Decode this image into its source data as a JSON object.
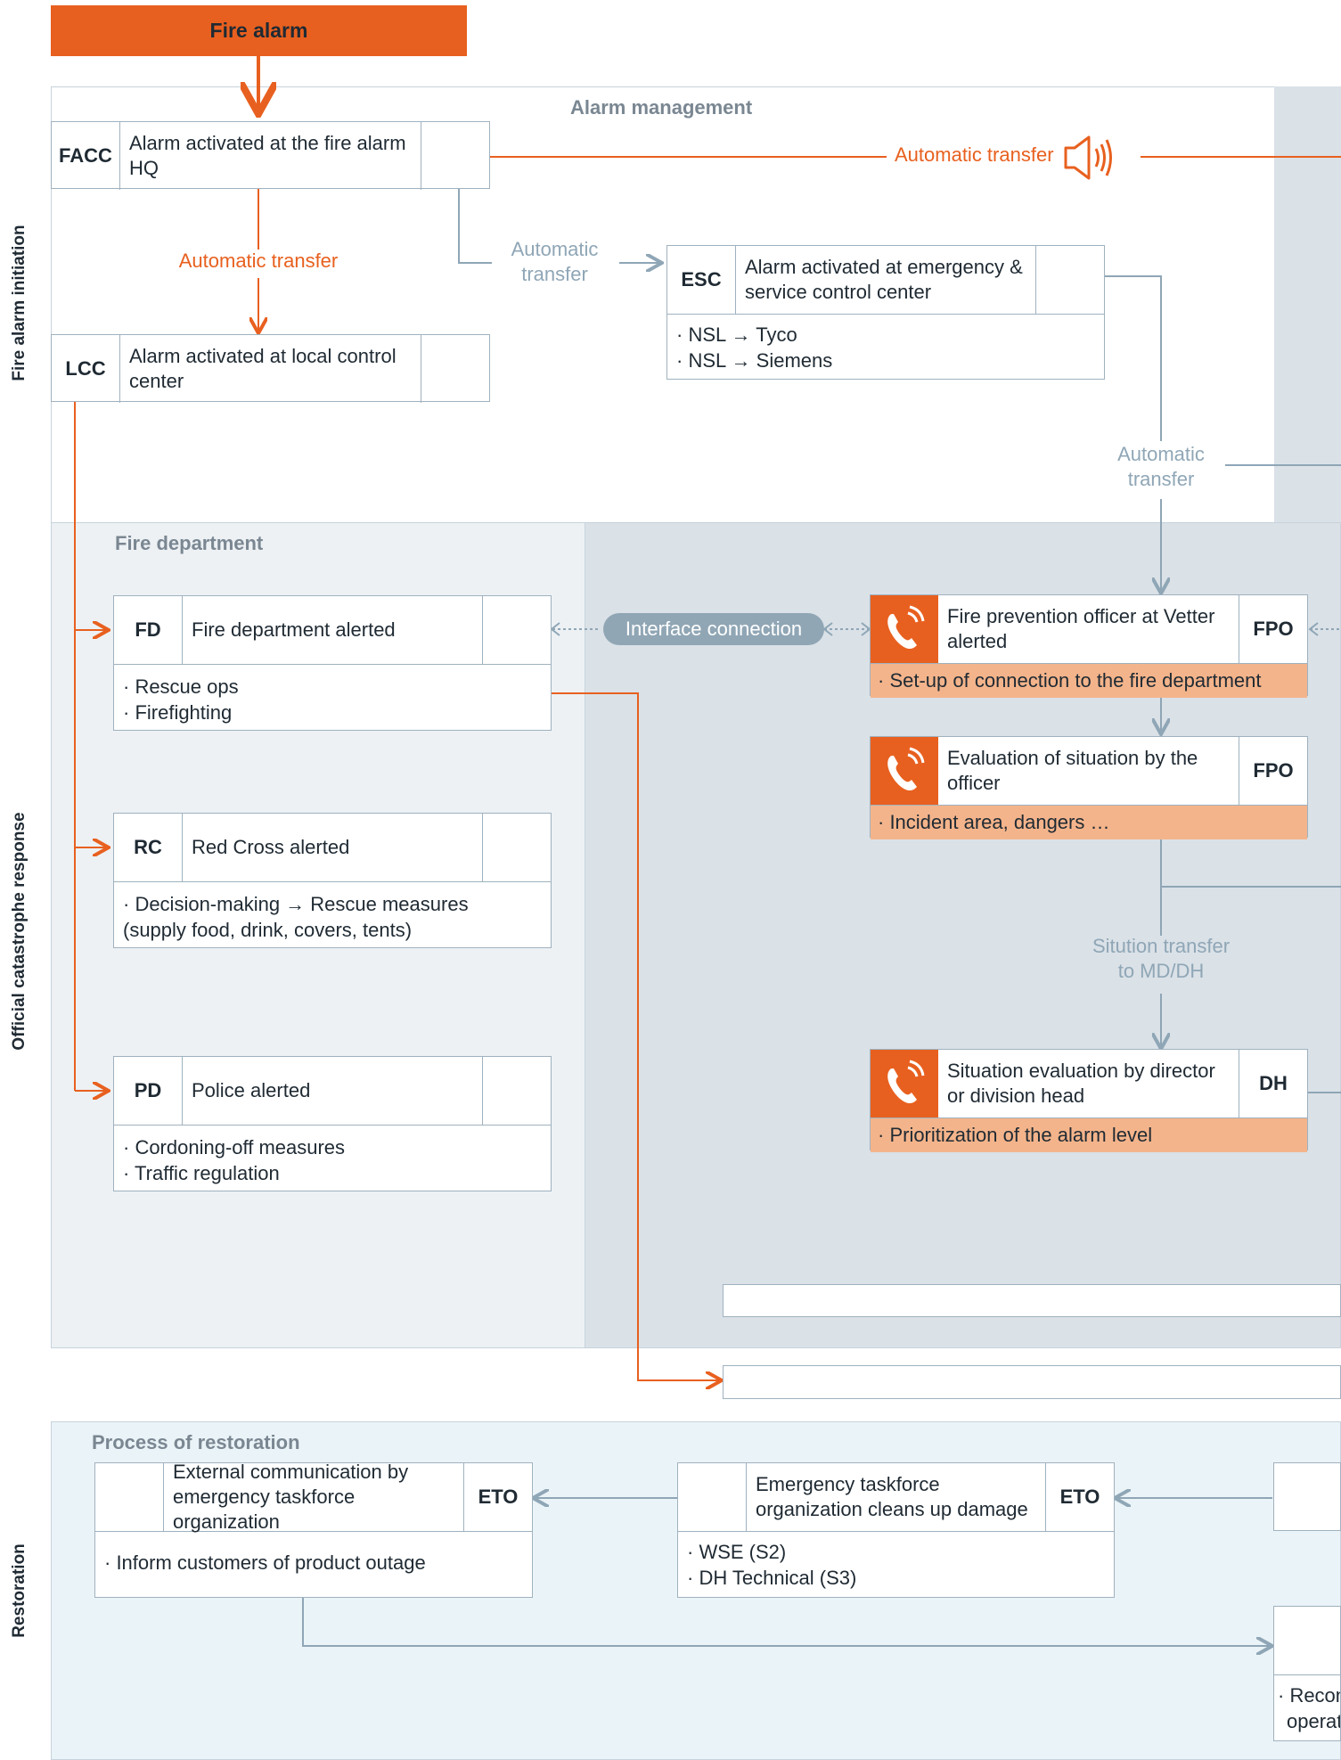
{
  "top_banner": "Fire alarm",
  "side_labels": {
    "initiation": "Fire alarm initiation",
    "response": "Official catastrophe response",
    "restoration": "Restoration"
  },
  "regions": {
    "alarm_management": "Alarm management",
    "fire_department": "Fire department",
    "restoration": "Process of restoration"
  },
  "colors": {
    "orange": "#e8601f",
    "light_orange": "#f4b48b",
    "blue_line": "#8fa6b6",
    "region_blue": "#dae1e7"
  },
  "boxes": {
    "facc": {
      "code": "FACC",
      "text": "Alarm activated at the fire alarm HQ"
    },
    "lcc": {
      "code": "LCC",
      "text": "Alarm activated at local control center"
    },
    "esc": {
      "code": "ESC",
      "text": "Alarm activated at emergency & service control center",
      "notes": [
        "· NSL → Tyco",
        "· NSL → Siemens"
      ]
    },
    "fd": {
      "code": "FD",
      "text": "Fire department alerted",
      "notes": [
        "· Rescue ops",
        "· Firefighting"
      ]
    },
    "rc": {
      "code": "RC",
      "text": "Red Cross alerted",
      "notes": [
        "· Decision-making → Rescue measures",
        "(supply food, drink, covers, tents)"
      ]
    },
    "pd": {
      "code": "PD",
      "text": "Police alerted",
      "notes": [
        "· Cordoning-off measures",
        "· Traffic regulation"
      ]
    },
    "fpo1": {
      "code": "FPO",
      "text": "Fire prevention officer at Vetter alerted",
      "note": "· Set-up of connection to the fire department"
    },
    "fpo2": {
      "code": "FPO",
      "text": "Evaluation of situation by the officer",
      "note": "· Incident area, dangers …"
    },
    "dh": {
      "code": "DH",
      "text": "Situation evaluation by director or division head",
      "note": "· Prioritization of the alarm level"
    },
    "eto1": {
      "code": "ETO",
      "text": "External communication by emergency taskforce organization",
      "notes": [
        "· Inform customers of product outage"
      ]
    },
    "eto2": {
      "code": "ETO",
      "text": "Emergency taskforce organization cleans up damage",
      "notes": [
        "· WSE (S2)",
        "· DH Technical (S3)"
      ]
    },
    "recon": {
      "notes": [
        "· Recon",
        "operat"
      ]
    }
  },
  "labels": {
    "auto_transfer_top": "Automatic transfer",
    "auto_transfer_left": "Automatic transfer",
    "auto_transfer_mid_1": "Automatic",
    "auto_transfer_mid_2": "transfer",
    "auto_transfer_right_1": "Automatic",
    "auto_transfer_right_2": "transfer",
    "interface": "Interface connection",
    "situation_transfer_1": "Sitution transfer",
    "situation_transfer_2": "to MD/DH"
  }
}
